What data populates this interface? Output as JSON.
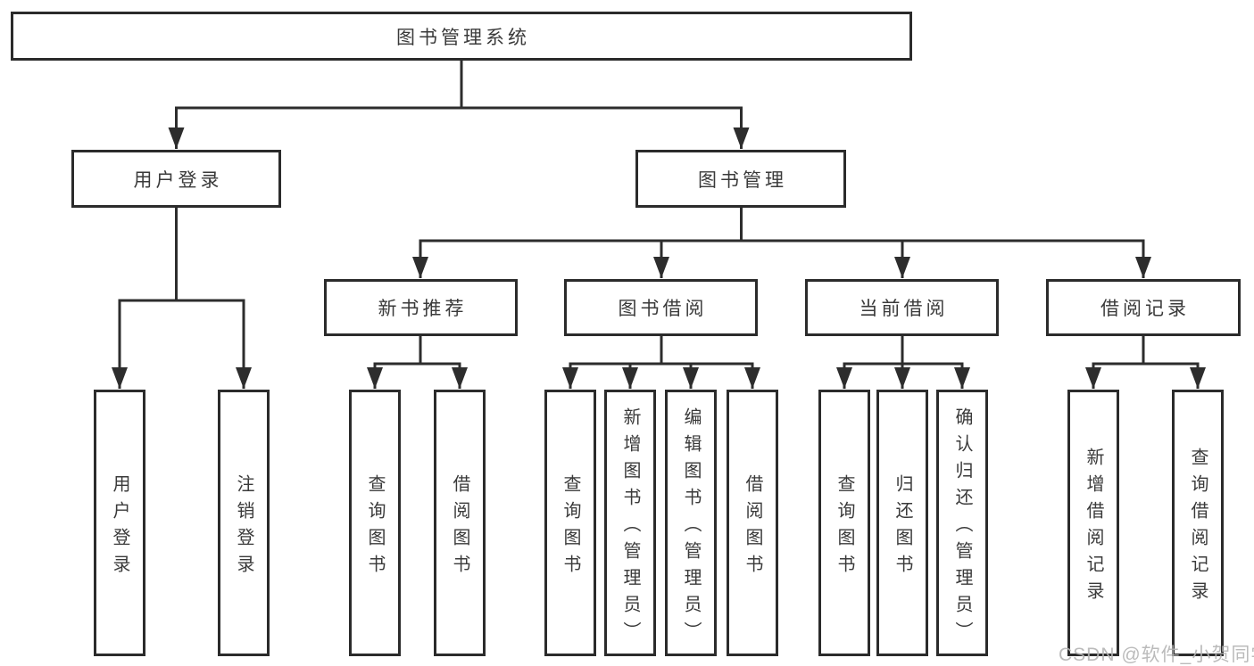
{
  "diagram": {
    "root": {
      "label": "图书管理系统"
    },
    "level2": [
      {
        "label": "用户登录"
      },
      {
        "label": "图书管理"
      }
    ],
    "level3": [
      {
        "label": "新书推荐",
        "parent": "图书管理"
      },
      {
        "label": "图书借阅",
        "parent": "图书管理"
      },
      {
        "label": "当前借阅",
        "parent": "图书管理"
      },
      {
        "label": "借阅记录",
        "parent": "图书管理"
      }
    ],
    "leaves": [
      {
        "label": "用户登录",
        "parent": "用户登录"
      },
      {
        "label": "注销登录",
        "parent": "用户登录"
      },
      {
        "label": "查询图书",
        "parent": "新书推荐"
      },
      {
        "label": "借阅图书",
        "parent": "新书推荐"
      },
      {
        "label": "查询图书",
        "parent": "图书借阅"
      },
      {
        "label": "新增图书（管理员）",
        "parent": "图书借阅"
      },
      {
        "label": "编辑图书（管理员）",
        "parent": "图书借阅"
      },
      {
        "label": "借阅图书",
        "parent": "图书借阅"
      },
      {
        "label": "查询图书",
        "parent": "当前借阅"
      },
      {
        "label": "归还图书",
        "parent": "当前借阅"
      },
      {
        "label": "确认归还（管理员）",
        "parent": "当前借阅"
      },
      {
        "label": "新增借阅记录",
        "parent": "借阅记录"
      },
      {
        "label": "查询借阅记录",
        "parent": "借阅记录"
      }
    ],
    "watermark": "CSDN @软件_小贺同学",
    "colors": {
      "line": "#2d2d2d",
      "box_border": "#2b2b2b",
      "text": "#3a3a3a",
      "watermark": "#b4b4b4",
      "background": "#ffffff"
    }
  }
}
